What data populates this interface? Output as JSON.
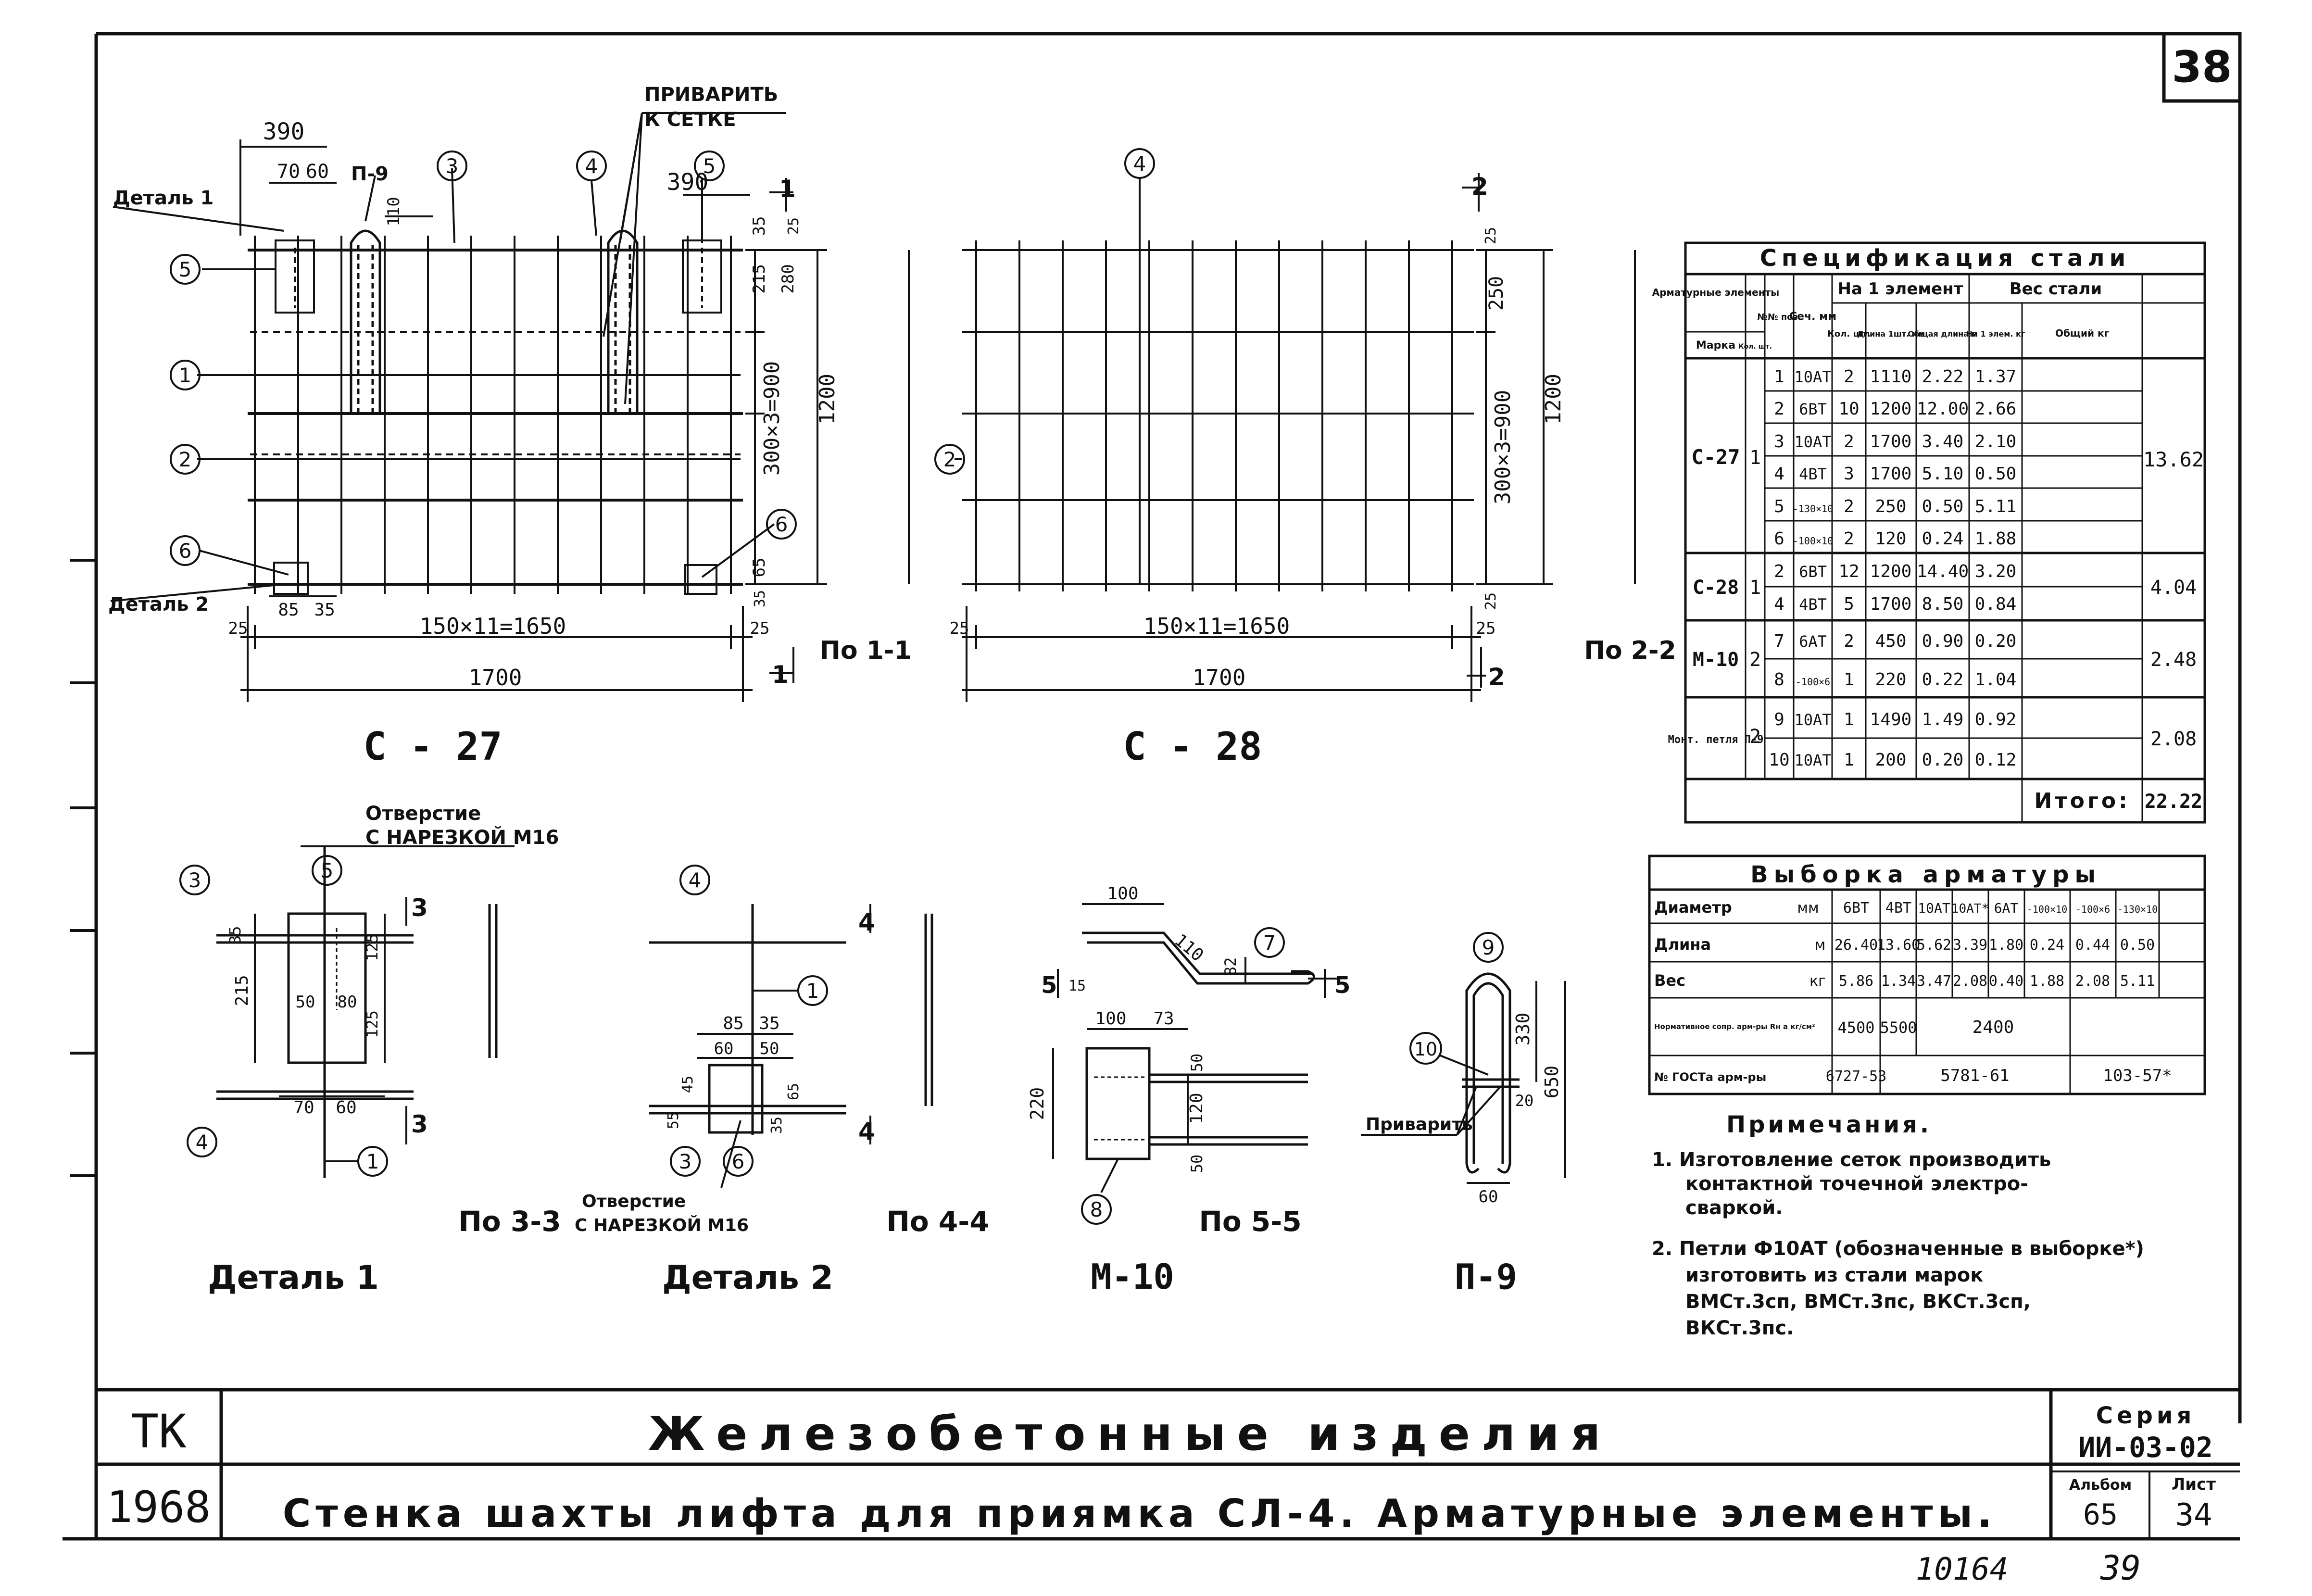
{
  "sheet_number": "38",
  "drawings": {
    "c27": {
      "label": "С - 27",
      "weld_note_1": "ПРИВАРИТЬ",
      "weld_note_2": "К СЕТКЕ",
      "detail1": "Деталь 1",
      "detail2": "Деталь 2",
      "p9": "П-9",
      "dim_390a": "390",
      "dim_70": "70",
      "dim_60": "60",
      "dim_110": "110",
      "dim_390b": "390",
      "dim_35": "35",
      "dim_25": "25",
      "dim_215": "215",
      "dim_280": "280",
      "dim_300x3": "300×3=900",
      "dim_1200": "1200",
      "dim_65": "65",
      "dim_35b": "35",
      "dim_85": "85",
      "dim_35c": "35",
      "dim_150x11": "150×11=1650",
      "dim_1700": "1700",
      "dim_25l": "25",
      "dim_25r": "25",
      "cut": "1",
      "cut2": "1",
      "m1": "1",
      "m2": "2",
      "m3": "3",
      "m4": "4",
      "m5": "5",
      "m5b": "5",
      "m6": "6",
      "m6b": "6"
    },
    "c28": {
      "label": "С - 28",
      "m4": "4",
      "m2": "2",
      "section_11": "По 1-1",
      "section_22": "По 2-2",
      "cut": "2",
      "cut2": "2",
      "dim_25": "25",
      "dim_250": "250",
      "dim_300x3": "300×3=900",
      "dim_1200": "1200",
      "dim_25b": "25",
      "dim_150x11": "150×11=1650",
      "dim_1700": "1700",
      "dim_25l": "25",
      "dim_25r": "25"
    },
    "detail1": {
      "label": "Деталь 1",
      "hole_note_1": "Отверстие",
      "hole_note_2": "С НАРЕЗКОЙ М16",
      "m3": "3",
      "m5": "5",
      "m4": "4",
      "m1": "1",
      "dim_35": "35",
      "dim_215": "215",
      "dim_125a": "125",
      "dim_125b": "125",
      "dim_50": "50",
      "dim_80": "80",
      "dim_70": "70",
      "dim_60": "60",
      "cut": "3",
      "cut2": "3",
      "section": "По 3-3"
    },
    "detail2": {
      "label": "Деталь 2",
      "hole_note_1": "Отверстие",
      "hole_note_2": "С НАРЕЗКОЙ М16",
      "m4": "4",
      "m1": "1",
      "m3": "3",
      "m6": "6",
      "dim_85": "85",
      "dim_35": "35",
      "dim_60": "60",
      "dim_50": "50",
      "dim_45": "45",
      "dim_55": "55",
      "dim_35b": "35",
      "dim_65": "65",
      "cut": "4",
      "cut2": "4",
      "section": "По 4-4"
    },
    "m10": {
      "label": "М-10",
      "m7": "7",
      "m8": "8",
      "dim_100": "100",
      "dim_110": "110",
      "dim_82": "82",
      "dim_15": "15",
      "dim_100b": "100",
      "dim_73": "73",
      "dim_220": "220",
      "dim_120": "120",
      "dim_50a": "50",
      "dim_50b": "50",
      "cut": "5",
      "cut2": "5",
      "section": "По 5-5"
    },
    "p9": {
      "label": "П-9",
      "m9": "9",
      "m10": "10",
      "weld": "Приварить",
      "dim_330": "330",
      "dim_650": "650",
      "dim_20": "20",
      "dim_60": "60"
    }
  },
  "spec_table": {
    "title": "Спецификация стали",
    "h_elements": "Арматурные элементы",
    "h_mark": "Марка",
    "h_qty": "Кол. шт.",
    "h_pos": "№№ поз.",
    "h_section": "Сеч. мм",
    "h_per_element": "На 1 элемент",
    "h_count": "Кол. шт.",
    "h_length": "Длина 1шт. мм",
    "h_total_len": "Общая длина м",
    "h_weight": "Вес стали",
    "h_w_per": "На 1 элем. кг",
    "h_w_total": "Общий кг",
    "groups": [
      {
        "mark": "С-27",
        "qty": "1",
        "total": "13.62",
        "rows": [
          {
            "pos": "1",
            "sec": "10АТ",
            "n": "2",
            "len": "1110",
            "tl": "2.22",
            "w": "1.37"
          },
          {
            "pos": "2",
            "sec": "6ВТ",
            "n": "10",
            "len": "1200",
            "tl": "12.00",
            "w": "2.66"
          },
          {
            "pos": "3",
            "sec": "10АТ",
            "n": "2",
            "len": "1700",
            "tl": "3.40",
            "w": "2.10"
          },
          {
            "pos": "4",
            "sec": "4ВТ",
            "n": "3",
            "len": "1700",
            "tl": "5.10",
            "w": "0.50"
          },
          {
            "pos": "5",
            "sec": "-130×10",
            "n": "2",
            "len": "250",
            "tl": "0.50",
            "w": "5.11"
          },
          {
            "pos": "6",
            "sec": "-100×10",
            "n": "2",
            "len": "120",
            "tl": "0.24",
            "w": "1.88"
          }
        ]
      },
      {
        "mark": "С-28",
        "qty": "1",
        "total": "4.04",
        "rows": [
          {
            "pos": "2",
            "sec": "6ВТ",
            "n": "12",
            "len": "1200",
            "tl": "14.40",
            "w": "3.20"
          },
          {
            "pos": "4",
            "sec": "4ВТ",
            "n": "5",
            "len": "1700",
            "tl": "8.50",
            "w": "0.84"
          }
        ]
      },
      {
        "mark": "М-10",
        "qty": "2",
        "total": "2.48",
        "rows": [
          {
            "pos": "7",
            "sec": "6АТ",
            "n": "2",
            "len": "450",
            "tl": "0.90",
            "w": "0.20"
          },
          {
            "pos": "8",
            "sec": "-100×6",
            "n": "1",
            "len": "220",
            "tl": "0.22",
            "w": "1.04"
          }
        ]
      },
      {
        "mark": "Монт. петля П-9",
        "qty": "2",
        "total": "2.08",
        "rows": [
          {
            "pos": "9",
            "sec": "10АТ",
            "n": "1",
            "len": "1490",
            "tl": "1.49",
            "w": "0.92"
          },
          {
            "pos": "10",
            "sec": "10АТ",
            "n": "1",
            "len": "200",
            "tl": "0.20",
            "w": "0.12"
          }
        ]
      }
    ],
    "total_label": "Итого:",
    "total_value": "22.22"
  },
  "sel_table": {
    "title": "Выборка арматуры",
    "cols": [
      "6ВТ",
      "4ВТ",
      "10АТ",
      "10АТ*",
      "6АТ",
      "-100×10",
      "-100×6",
      "-130×10"
    ],
    "rows": [
      {
        "label": "Диаметр",
        "unit": "мм"
      },
      {
        "label": "Длина",
        "unit": "м",
        "vals": [
          "26.40",
          "13.60",
          "5.62",
          "3.39",
          "1.80",
          "0.24",
          "0.44",
          "0.50"
        ]
      },
      {
        "label": "Вес",
        "unit": "кг",
        "vals": [
          "5.86",
          "1.34",
          "3.47",
          "2.08",
          "0.40",
          "1.88",
          "2.08",
          "5.11"
        ]
      },
      {
        "label": "Нормативное сопр. арм-ры Rн а кг/см²",
        "vals": [
          "4500",
          "5500",
          "2400"
        ]
      },
      {
        "label": "№ ГОСТа арм-ры",
        "vals": [
          "6727-53",
          "5781-61",
          "103-57*"
        ]
      }
    ]
  },
  "notes": {
    "title": "Примечания.",
    "n1_l1": "1. Изготовление сеток производить",
    "n1_l2": "контактной точечной электро-",
    "n1_l3": "сваркой.",
    "n2_l1": "2. Петли Ф10АТ (обозначенные в выборке*)",
    "n2_l2": "изготовить из стали марок",
    "n2_l3": "ВМСт.3сп, ВМСт.3пс, ВКСт.3сп,",
    "n2_l4": "ВКСт.3пс."
  },
  "title_block": {
    "org": "ТК",
    "year": "1968",
    "main_title": "Железобетонные изделия",
    "subtitle": "Стенка шахты лифта для приямка СЛ-4. Арматурные элементы.",
    "series_label": "Серия",
    "series_value": "ИИ-03-02",
    "album_label": "Альбом",
    "album_value": "65",
    "sheet_label": "Лист",
    "sheet_value": "34"
  },
  "footer": {
    "archive_no": "10164",
    "page_no": "39"
  }
}
